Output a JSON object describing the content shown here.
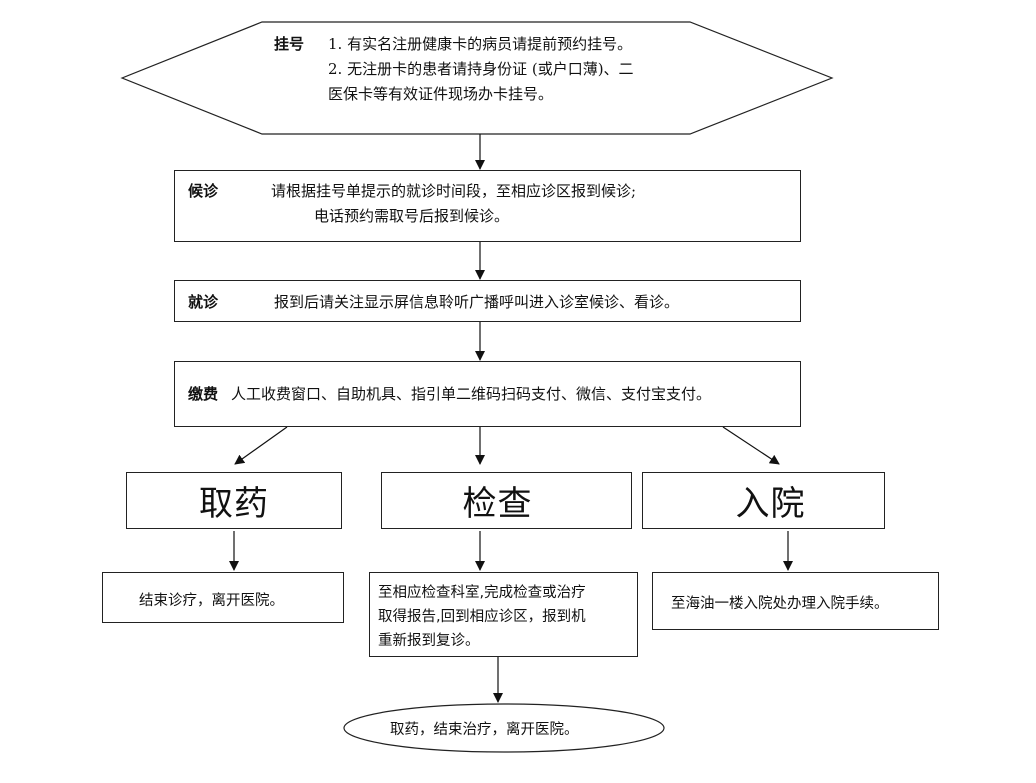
{
  "registration": {
    "label": "挂号",
    "line1": "1. 有实名注册健康卡的病员请提前预约挂号。",
    "line2": "2. 无注册卡的患者请持身份证 (或户口薄)、二",
    "line3": "医保卡等有效证件现场办卡挂号。"
  },
  "waiting": {
    "label": "候诊",
    "line1": "请根据挂号单提示的就诊时间段，至相应诊区报到候诊;",
    "line2": "电话预约需取号后报到候诊。"
  },
  "consultation": {
    "label": "就诊",
    "text": "报到后请关注显示屏信息聆听广播呼叫进入诊室候诊、看诊。"
  },
  "payment": {
    "label": "缴费",
    "text": "人工收费窗口、自助机具、指引单二维码扫码支付、微信、支付宝支付。"
  },
  "branches": {
    "medicine": {
      "title": "取药",
      "result": "结束诊疗，离开医院。"
    },
    "examination": {
      "title": "检查",
      "result_line1": "至相应检查科室,完成检查或治疗",
      "result_line2": "取得报告,回到相应诊区，报到机",
      "result_line3": "重新报到复诊。"
    },
    "admission": {
      "title": "入院",
      "result": "至海油一楼入院处办理入院手续。"
    }
  },
  "final": {
    "text": "取药，结束治疗，离开医院。"
  }
}
